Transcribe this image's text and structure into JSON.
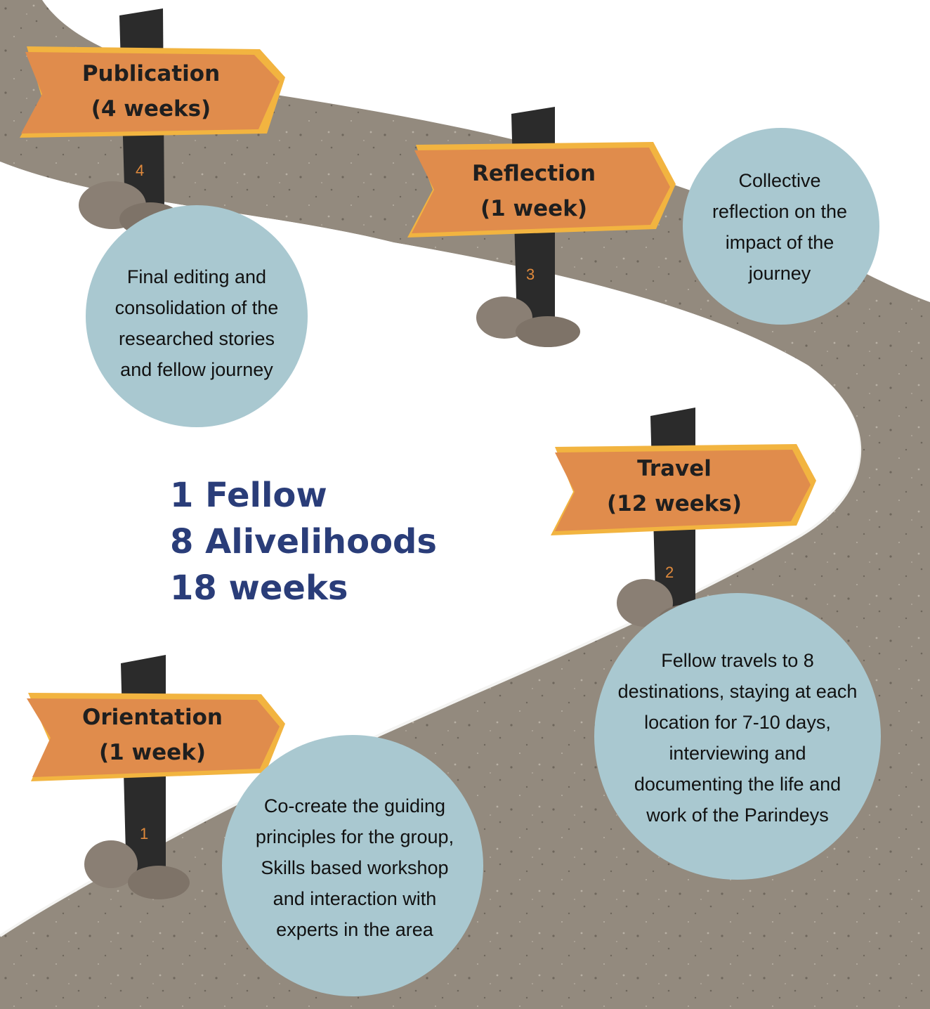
{
  "summary": {
    "line1": "1 Fellow",
    "line2": "8 Alivelihoods",
    "line3": "18 weeks"
  },
  "stages": [
    {
      "number": "1",
      "title": "Orientation",
      "duration": "(1 week)",
      "description": "Co-create the guiding principles for the group, Skills based workshop and interaction with experts in the area"
    },
    {
      "number": "2",
      "title": "Travel",
      "duration": "(12 weeks)",
      "description": "Fellow travels to 8 destinations, staying at each location for 7-10 days, interviewing and documenting the life and work of the Parindeys"
    },
    {
      "number": "3",
      "title": "Reflection",
      "duration": "(1 week)",
      "description": "Collective reflection on the impact of the journey"
    },
    {
      "number": "4",
      "title": "Publication",
      "duration": "(4 weeks)",
      "description": "Final editing and consolidation of the researched stories and fellow journey"
    }
  ],
  "colors": {
    "road": "#938a7e",
    "sign": "#e08c4c",
    "sign_edge": "#f2b440",
    "post": "#2b2b2b",
    "circle": "#a9c8d0",
    "rock": "#8a7f74",
    "summary_text": "#2a3d79",
    "number_text": "#e08a3c"
  }
}
